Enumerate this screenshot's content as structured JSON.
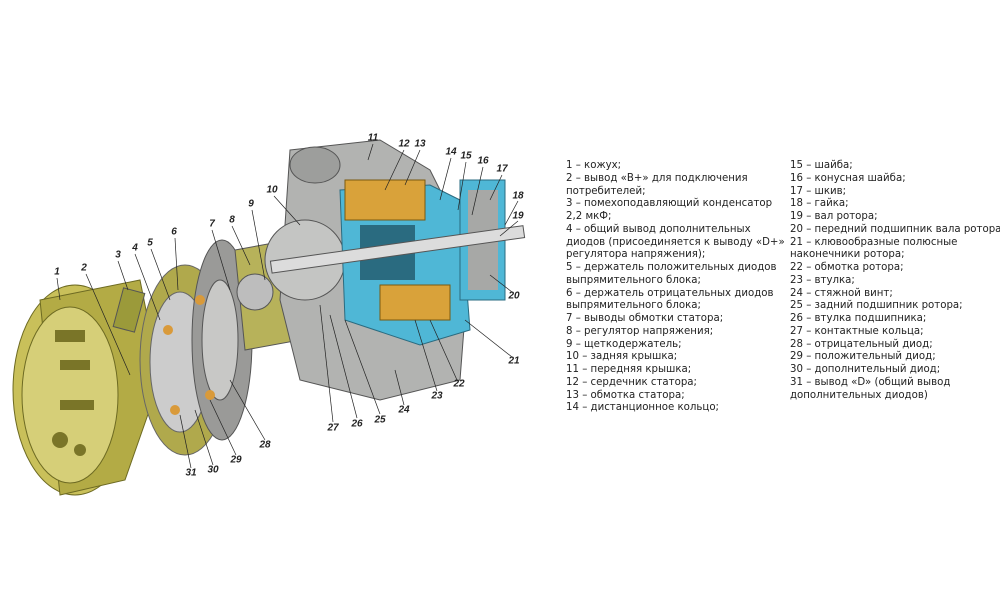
{
  "callouts": [
    "1",
    "2",
    "3",
    "4",
    "5",
    "6",
    "7",
    "8",
    "9",
    "10",
    "11",
    "12",
    "13",
    "14",
    "15",
    "16",
    "17",
    "18",
    "19",
    "20",
    "21",
    "22",
    "23",
    "24",
    "25",
    "26",
    "27",
    "28",
    "29",
    "30",
    "31"
  ],
  "legend_left": [
    "1 – кожух;",
    "2 – вывод «B+» для подключения потребителей;",
    "3 – помехоподавляющий конденсатор 2,2 мкФ;",
    "4 – общий вывод дополнительных диодов (присоединяется к выводу «D+» регулятора напряжения);",
    "5 – держатель положительных диодов выпрямительного блока;",
    "6 – держатель отрицательных диодов выпрямительного блока;",
    "7 – выводы обмотки статора;",
    "8 – регулятор напряжения;",
    "9 – щеткодержатель;",
    "10 – задняя крышка;",
    "11 – передняя крышка;",
    "12 – сердечник статора;",
    "13 – обмотка статора;",
    "14 – дистанционное кольцо;"
  ],
  "legend_right": [
    "15 – шайба;",
    "16 – конусная шайба;",
    "17 – шкив;",
    "18 – гайка;",
    "19 – вал ротора;",
    "20 – передний подшипник вала ротора;",
    "21 – клювообразные полюсные наконечники ротора;",
    "22 – обмотка ротора;",
    "23 – втулка;",
    "24 – стяжной винт;",
    "25 – задний подшипник ротора;",
    "26 – втулка подшипника;",
    "27 – контактные кольца;",
    "28 – отрицательный диод;",
    "29 – положительный диод;",
    "30 – дополнительный диод;",
    "31 – вывод «D» (общий вывод дополнительных диодов)"
  ],
  "colors": {
    "cover": "#b8b04a",
    "housing": "#a9aaa8",
    "section": "#4fb7d6",
    "copper": "#d9a23a"
  }
}
